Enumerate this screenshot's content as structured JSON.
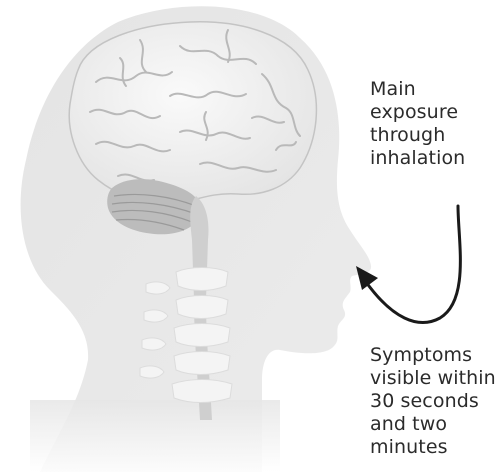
{
  "annotations": {
    "inhalation": {
      "lines": [
        "Main",
        "exposure",
        "through",
        "inhalation"
      ]
    },
    "symptoms": {
      "lines": [
        "Symptoms",
        "visible within",
        "30 seconds",
        "and two",
        "minutes"
      ]
    }
  },
  "colors": {
    "head_silhouette": "#e7e7e7",
    "head_shadow": "#d9d9d9",
    "brain": "#f4f4f4",
    "brain_folds": "#b9b9b9",
    "cerebellum": "#a9a9a9",
    "spine": "#d3d3d3",
    "vertebrae": "#f5f5f5",
    "arrow": "#1a1a1a",
    "text": "#2b2b2b"
  },
  "icons": {
    "head": "human-head-profile-icon",
    "brain": "brain-icon",
    "arrow": "curved-arrow-icon"
  }
}
